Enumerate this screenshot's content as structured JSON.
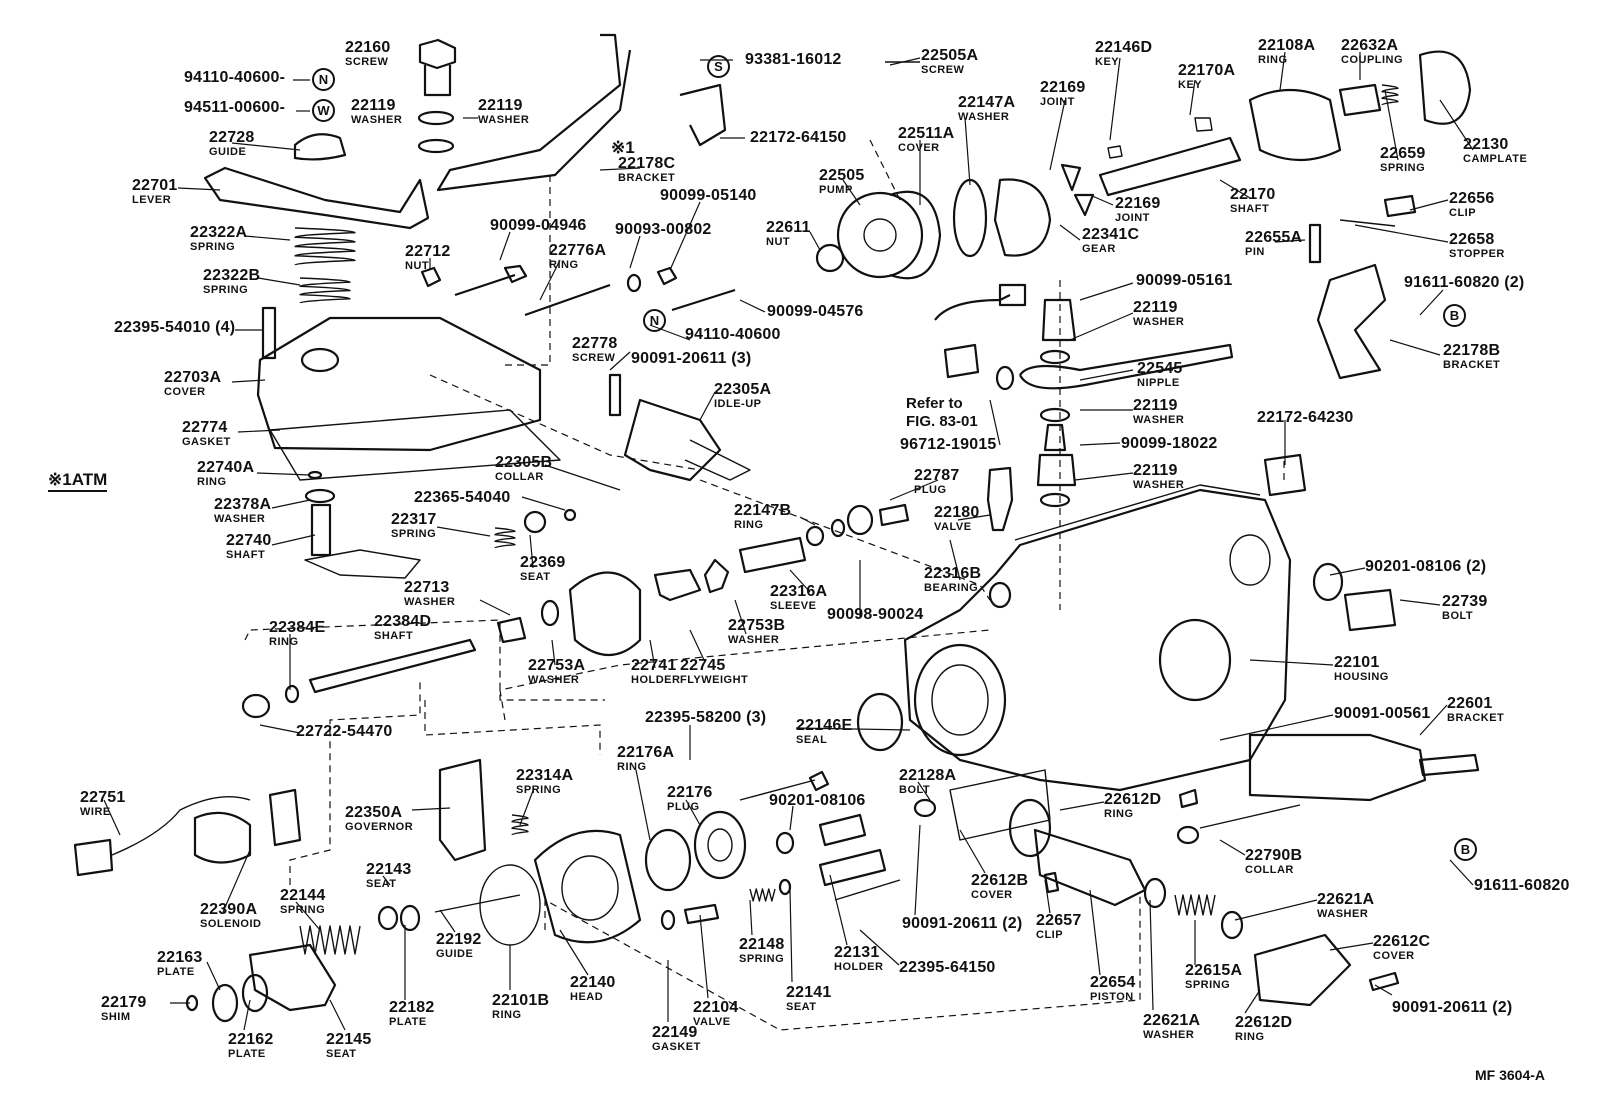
{
  "figure_id": "MF 3604-A",
  "atm_marker": "※1ATM",
  "bracket_marker": "※1",
  "refer_note": [
    "Refer to",
    "FIG. 83-01"
  ],
  "symbols": {
    "n": "N",
    "w": "W",
    "s": "S",
    "b": "B"
  },
  "labels": [
    {
      "num": "22160",
      "name": "SCREW"
    },
    {
      "num": "94110-40600-"
    },
    {
      "num": "94511-00600-"
    },
    {
      "num": "22119",
      "name": "WASHER"
    },
    {
      "num": "22119",
      "name": "WASHER"
    },
    {
      "num": "22728",
      "name": "GUIDE"
    },
    {
      "num": "22701",
      "name": "LEVER"
    },
    {
      "num": "22322A",
      "name": "SPRING"
    },
    {
      "num": "22322B",
      "name": "SPRING"
    },
    {
      "num": "22395-54010 (4)"
    },
    {
      "num": "22703A",
      "name": "COVER"
    },
    {
      "num": "22774",
      "name": "GASKET"
    },
    {
      "num": "22740A",
      "name": "RING"
    },
    {
      "num": "22378A",
      "name": "WASHER"
    },
    {
      "num": "22740",
      "name": "SHAFT"
    },
    {
      "num": "22712",
      "name": "NUT"
    },
    {
      "num": "90099-04946"
    },
    {
      "num": "22776A",
      "name": "RING"
    },
    {
      "num": "90093-00802"
    },
    {
      "num": "90099-05140"
    },
    {
      "num": "22178C",
      "name": "BRACKET"
    },
    {
      "num": "93381-16012"
    },
    {
      "num": "22172-64150"
    },
    {
      "num": "90099-04576"
    },
    {
      "num": "22778",
      "name": "SCREW"
    },
    {
      "num": "94110-40600"
    },
    {
      "num": "90091-20611 (3)"
    },
    {
      "num": "22305A",
      "name": "IDLE-UP"
    },
    {
      "num": "22305B",
      "name": "COLLAR"
    },
    {
      "num": "22365-54040"
    },
    {
      "num": "22317",
      "name": "SPRING"
    },
    {
      "num": "22369",
      "name": "SEAT"
    },
    {
      "num": "22713",
      "name": "WASHER"
    },
    {
      "num": "22384E",
      "name": "RING"
    },
    {
      "num": "22384D",
      "name": "SHAFT"
    },
    {
      "num": "22722-54470"
    },
    {
      "num": "22753A",
      "name": "WASHER"
    },
    {
      "num": "22741",
      "name": "HOLDER"
    },
    {
      "num": "22745",
      "name": "FLYWEIGHT"
    },
    {
      "num": "22753B",
      "name": "WASHER"
    },
    {
      "num": "22147B",
      "name": "RING"
    },
    {
      "num": "22316A",
      "name": "SLEEVE"
    },
    {
      "num": "90098-90024"
    },
    {
      "num": "22787",
      "name": "PLUG"
    },
    {
      "num": "22180",
      "name": "VALVE"
    },
    {
      "num": "22316B",
      "name": "BEARING"
    },
    {
      "num": "22505A",
      "name": "SCREW"
    },
    {
      "num": "22147A",
      "name": "WASHER"
    },
    {
      "num": "22511A",
      "name": "COVER"
    },
    {
      "num": "22505",
      "name": "PUMP"
    },
    {
      "num": "22611",
      "name": "NUT"
    },
    {
      "num": "22169",
      "name": "JOINT"
    },
    {
      "num": "22169",
      "name": "JOINT"
    },
    {
      "num": "22341C",
      "name": "GEAR"
    },
    {
      "num": "22146D",
      "name": "KEY"
    },
    {
      "num": "22170A",
      "name": "KEY"
    },
    {
      "num": "22170",
      "name": "SHAFT"
    },
    {
      "num": "22108A",
      "name": "RING"
    },
    {
      "num": "22632A",
      "name": "COUPLING"
    },
    {
      "num": "22659",
      "name": "SPRING"
    },
    {
      "num": "22130",
      "name": "CAMPLATE"
    },
    {
      "num": "22656",
      "name": "CLIP"
    },
    {
      "num": "22655A",
      "name": "PIN"
    },
    {
      "num": "22658",
      "name": "STOPPER"
    },
    {
      "num": "91611-60820 (2)"
    },
    {
      "num": "22178B",
      "name": "BRACKET"
    },
    {
      "num": "90099-05161"
    },
    {
      "num": "22119",
      "name": "WASHER"
    },
    {
      "num": "22545",
      "name": "NIPPLE"
    },
    {
      "num": "22119",
      "name": "WASHER"
    },
    {
      "num": "96712-19015"
    },
    {
      "num": "90099-18022"
    },
    {
      "num": "22119",
      "name": "WASHER"
    },
    {
      "num": "22172-64230"
    },
    {
      "num": "90201-08106 (2)"
    },
    {
      "num": "22739",
      "name": "BOLT"
    },
    {
      "num": "22101",
      "name": "HOUSING"
    },
    {
      "num": "90091-00561"
    },
    {
      "num": "22601",
      "name": "BRACKET"
    },
    {
      "num": "22790B",
      "name": "COLLAR"
    },
    {
      "num": "91611-60820"
    },
    {
      "num": "22395-58200 (3)"
    },
    {
      "num": "22146E",
      "name": "SEAL"
    },
    {
      "num": "22751",
      "name": "WIRE"
    },
    {
      "num": "22350A",
      "name": "GOVERNOR"
    },
    {
      "num": "22314A",
      "name": "SPRING"
    },
    {
      "num": "22176A",
      "name": "RING"
    },
    {
      "num": "22176",
      "name": "PLUG"
    },
    {
      "num": "90201-08106"
    },
    {
      "num": "22128A",
      "name": "BOLT"
    },
    {
      "num": "22612D",
      "name": "RING"
    },
    {
      "num": "22390A",
      "name": "SOLENOID"
    },
    {
      "num": "22143",
      "name": "SEAT"
    },
    {
      "num": "22144",
      "name": "SPRING"
    },
    {
      "num": "22163",
      "name": "PLATE"
    },
    {
      "num": "22179",
      "name": "SHIM"
    },
    {
      "num": "22162",
      "name": "PLATE"
    },
    {
      "num": "22145",
      "name": "SEAT"
    },
    {
      "num": "22182",
      "name": "PLATE"
    },
    {
      "num": "22192",
      "name": "GUIDE"
    },
    {
      "num": "22101B",
      "name": "RING"
    },
    {
      "num": "22140",
      "name": "HEAD"
    },
    {
      "num": "22149",
      "name": "GASKET"
    },
    {
      "num": "22104",
      "name": "VALVE"
    },
    {
      "num": "22148",
      "name": "SPRING"
    },
    {
      "num": "22141",
      "name": "SEAT"
    },
    {
      "num": "22131",
      "name": "HOLDER"
    },
    {
      "num": "22395-64150"
    },
    {
      "num": "90091-20611 (2)"
    },
    {
      "num": "22612B",
      "name": "COVER"
    },
    {
      "num": "22657",
      "name": "CLIP"
    },
    {
      "num": "22654",
      "name": "PISTON"
    },
    {
      "num": "22621A",
      "name": "WASHER"
    },
    {
      "num": "22615A",
      "name": "SPRING"
    },
    {
      "num": "22621A",
      "name": "WASHER"
    },
    {
      "num": "22612C",
      "name": "COVER"
    },
    {
      "num": "22612D",
      "name": "RING"
    },
    {
      "num": "90091-20611 (2)"
    }
  ]
}
